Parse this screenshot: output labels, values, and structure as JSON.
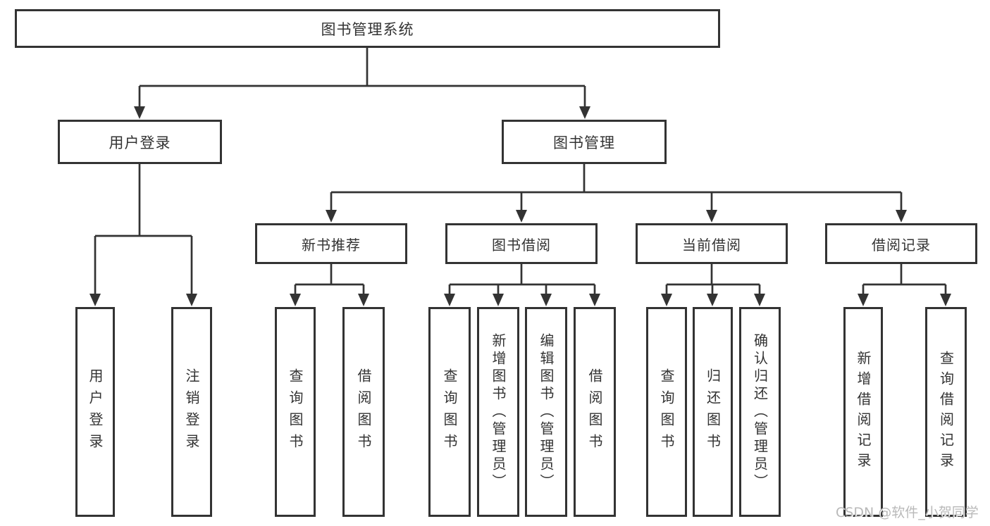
{
  "diagram": {
    "title": "图书管理系统",
    "watermark": "CSDN @软件_小贺同学",
    "colors": {
      "line": "#333333",
      "box_border": "#333333",
      "box_background": "#ffffff",
      "text": "#333333",
      "watermark_text": "#b9b9b9",
      "page_background": "#ffffff"
    },
    "root": {
      "label": "图书管理系统"
    },
    "branches": [
      {
        "label": "用户登录",
        "children": [
          {
            "label": "用户登录"
          },
          {
            "label": "注销登录"
          }
        ]
      },
      {
        "label": "图书管理",
        "children": [
          {
            "label": "新书推荐",
            "children": [
              {
                "label": "查询图书"
              },
              {
                "label": "借阅图书"
              }
            ]
          },
          {
            "label": "图书借阅",
            "children": [
              {
                "label": "查询图书"
              },
              {
                "label": "新增图书（管理员）"
              },
              {
                "label": "编辑图书（管理员）"
              },
              {
                "label": "借阅图书"
              }
            ]
          },
          {
            "label": "当前借阅",
            "children": [
              {
                "label": "查询图书"
              },
              {
                "label": "归还图书"
              },
              {
                "label": "确认归还（管理员）"
              }
            ]
          },
          {
            "label": "借阅记录",
            "children": [
              {
                "label": "新增借阅记录"
              },
              {
                "label": "查询借阅记录"
              }
            ]
          }
        ]
      }
    ]
  }
}
